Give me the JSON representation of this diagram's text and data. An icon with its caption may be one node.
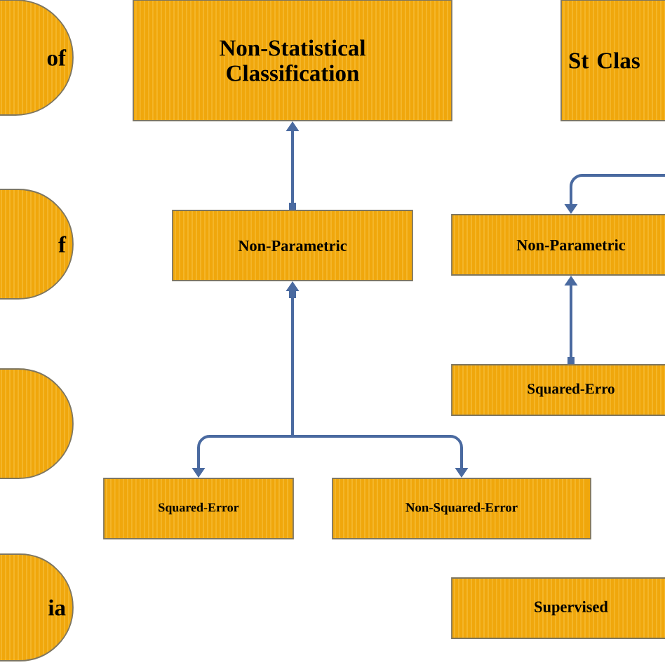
{
  "diagram": {
    "nodes": [
      {
        "text": [
          "of"
        ]
      },
      {
        "text": [
          "Non-Statistical Classification"
        ]
      },
      {
        "text": [
          "St Clas"
        ]
      },
      {
        "text": [
          "f"
        ]
      },
      {
        "text": [
          "Non-Parametric"
        ]
      },
      {
        "text": [
          "Non-Parametric"
        ]
      },
      {
        "text": [],
        "shape": "oval"
      },
      {
        "text": [
          "Squared-Erro"
        ]
      },
      {
        "text": [
          "Squared-Error"
        ]
      },
      {
        "text": [
          "Non-Squared-Error"
        ]
      },
      {
        "text": [
          "ia"
        ]
      },
      {
        "text": [
          "Supervised"
        ]
      }
    ],
    "edges": [
      {
        "from": 4,
        "to": 1,
        "arrow": "to"
      },
      {
        "from": 4,
        "to": 8,
        "arrow": "both"
      },
      {
        "from": 4,
        "to": 9,
        "arrow": "both"
      },
      {
        "from": 7,
        "to": 5,
        "arrow": "to"
      },
      {
        "from": null,
        "to": 5,
        "arrow": "to"
      }
    ]
  }
}
